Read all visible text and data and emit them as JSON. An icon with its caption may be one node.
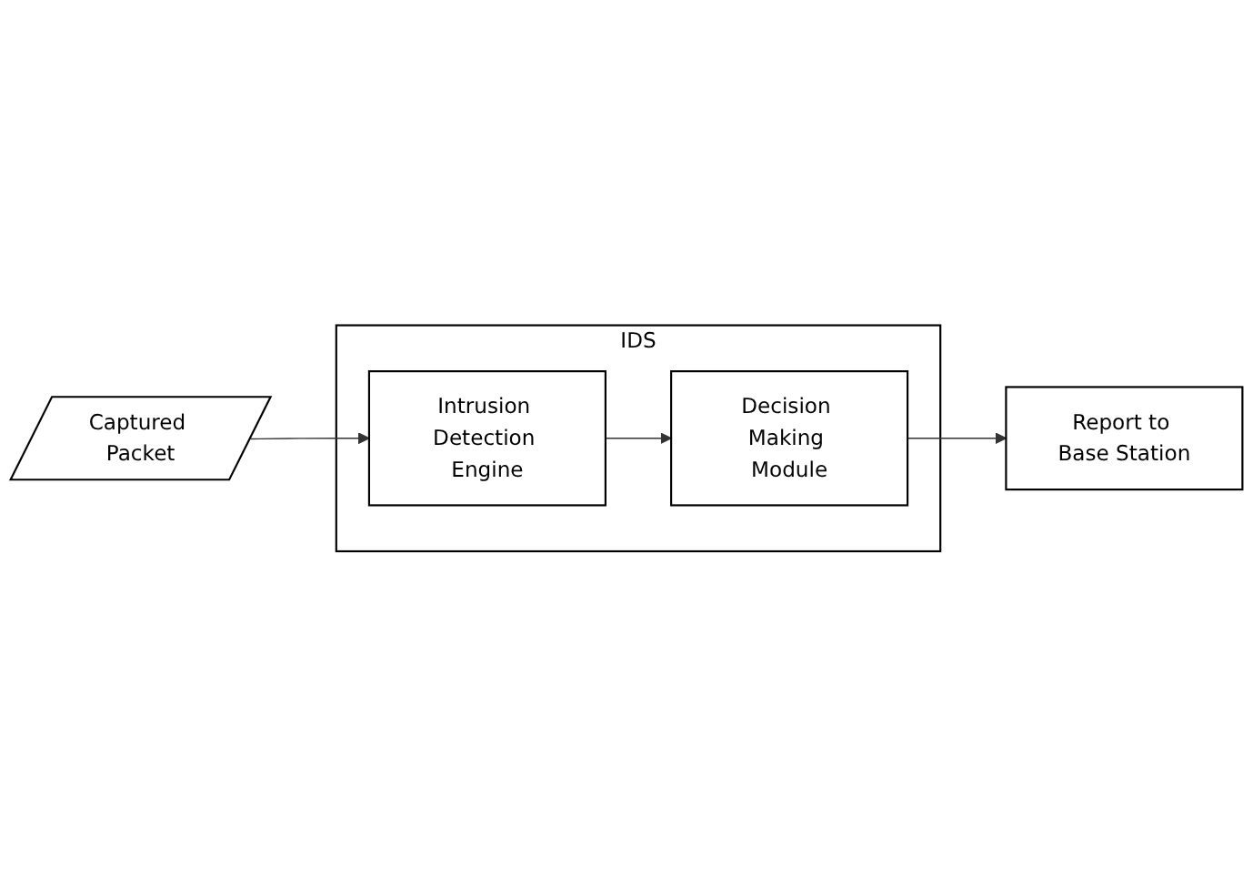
{
  "diagram": {
    "nodes": [
      {
        "text": [
          "IDS"
        ]
      },
      {
        "text": [
          "Captured Packet"
        ]
      },
      {
        "text": [
          "Intrusion Detection Engine"
        ],
        "in": 0
      },
      {
        "text": [
          "Decision Making Module"
        ],
        "in": 0
      },
      {
        "text": [
          "Report to Base Station"
        ]
      }
    ],
    "edges": [
      {
        "from": 1,
        "to": 2,
        "arrow": "to"
      },
      {
        "from": 2,
        "to": 3,
        "arrow": "to"
      },
      {
        "from": 3,
        "to": 4,
        "arrow": "to"
      }
    ]
  }
}
